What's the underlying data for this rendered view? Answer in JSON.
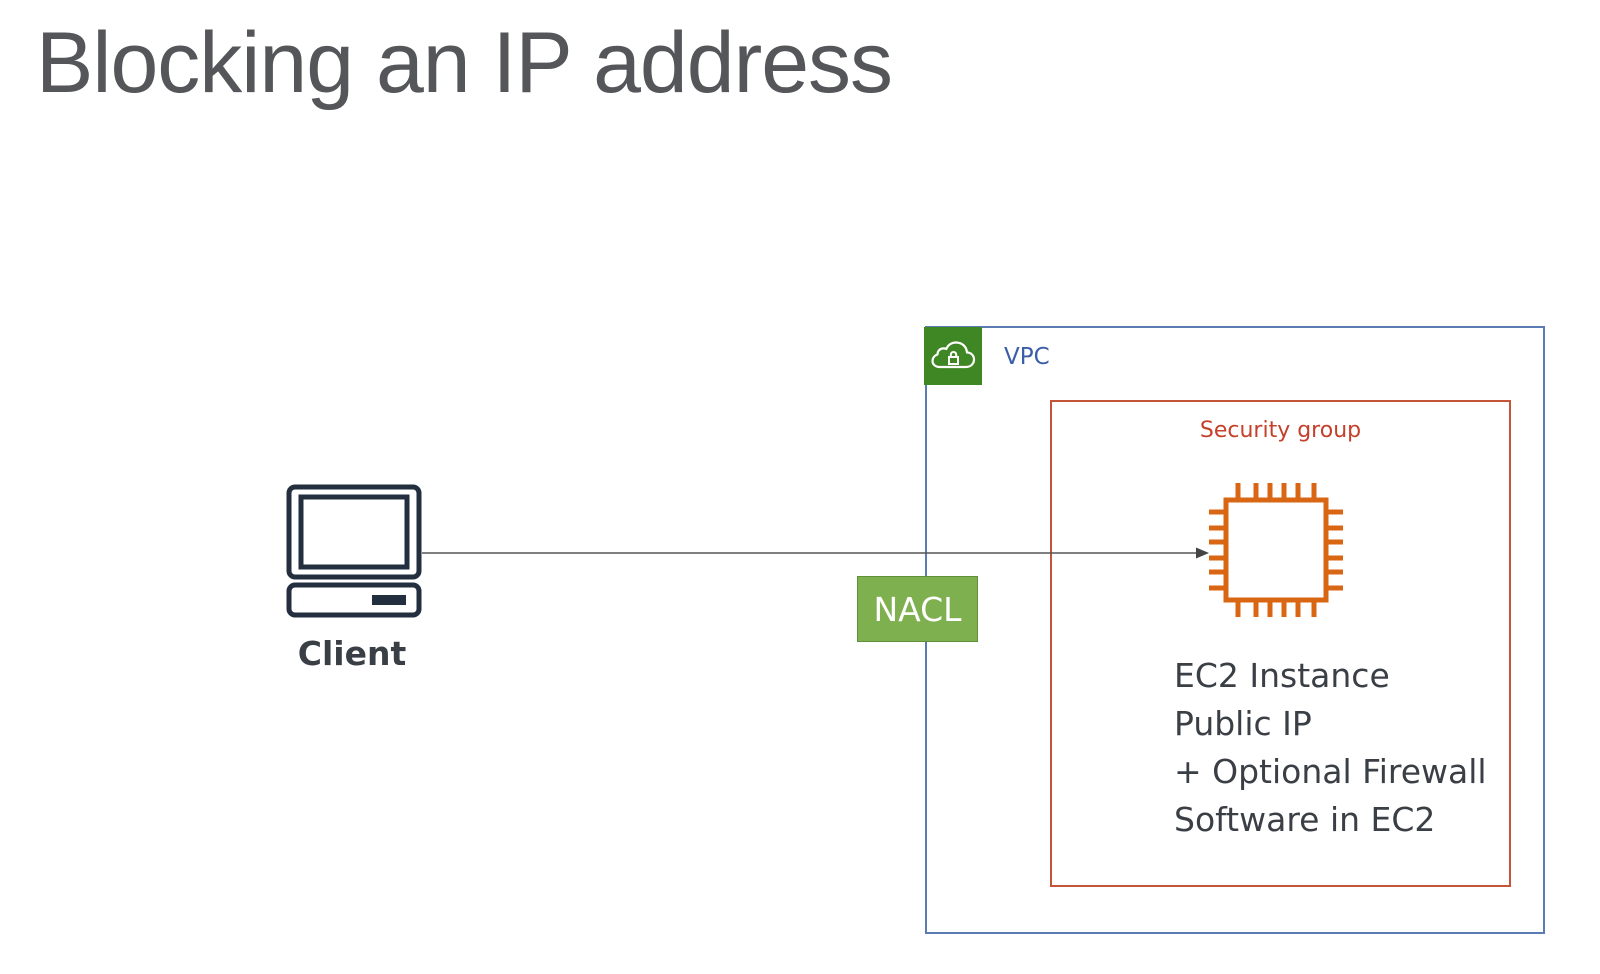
{
  "slide": {
    "title": "Blocking an IP address"
  },
  "vpc": {
    "label": "VPC",
    "icon": "cloud-lock-icon",
    "border_color": "#5b7bb3",
    "icon_bg_color": "#3f8624"
  },
  "security_group": {
    "label": "Security group",
    "border_color": "#c4553b"
  },
  "client": {
    "label": "Client",
    "icon": "laptop-icon"
  },
  "nacl": {
    "label": "NACL",
    "fill_color": "#7fb050"
  },
  "ec2": {
    "icon": "chip-icon",
    "icon_color": "#d86613",
    "lines": [
      "EC2 Instance",
      "Public IP",
      "+ Optional Firewall",
      "Software in EC2"
    ]
  }
}
